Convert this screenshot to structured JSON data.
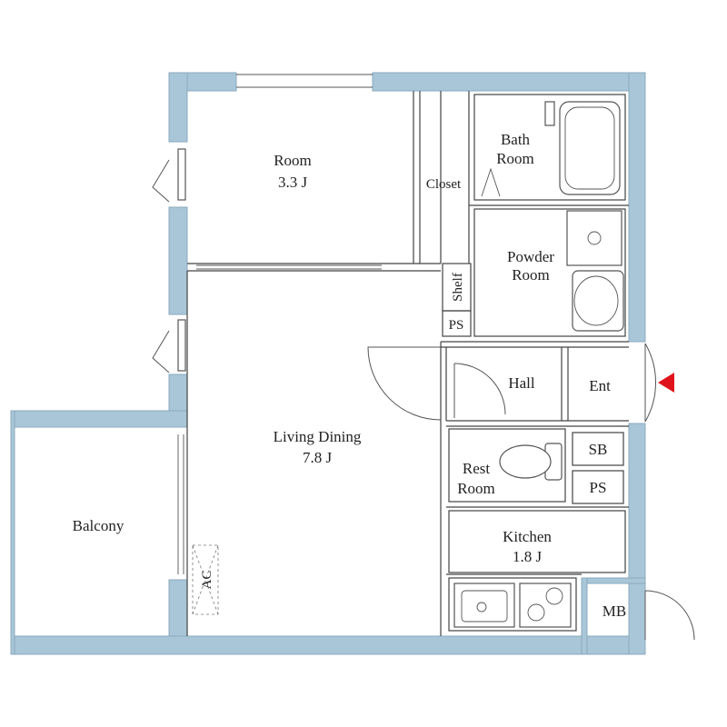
{
  "rooms": {
    "room": {
      "name": "Room",
      "size": "3.3 J"
    },
    "closet": {
      "name": "Closet"
    },
    "bath": {
      "line1": "Bath",
      "line2": "Room"
    },
    "powder": {
      "line1": "Powder",
      "line2": "Room"
    },
    "shelf": {
      "name": "Shelf"
    },
    "ps_upper": {
      "name": "PS"
    },
    "hall": {
      "name": "Hall"
    },
    "ent": {
      "name": "Ent"
    },
    "living": {
      "name": "Living Dining",
      "size": "7.8 J"
    },
    "sb": {
      "name": "SB"
    },
    "rest": {
      "line1": "Rest",
      "line2": "Room"
    },
    "ps_lower": {
      "name": "PS"
    },
    "kitchen": {
      "name": "Kitchen",
      "size": "1.8 J"
    },
    "balcony": {
      "name": "Balcony"
    },
    "ac": {
      "name": "AC"
    },
    "mb": {
      "name": "MB"
    }
  },
  "colors": {
    "wall": "#a9c6d8",
    "entrance_marker": "#e0121b"
  },
  "icons": {
    "entrance": "red-triangle-icon"
  }
}
